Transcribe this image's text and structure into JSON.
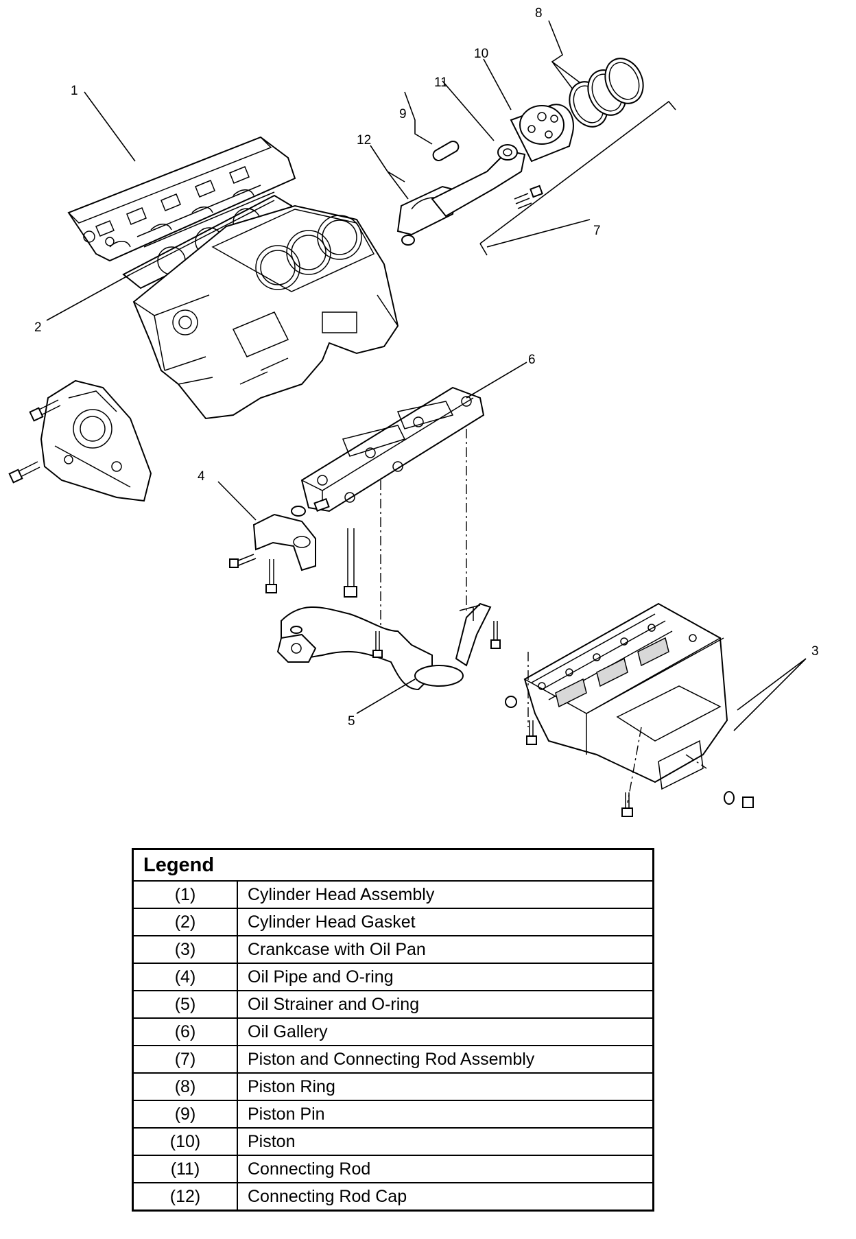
{
  "callouts": [
    "1",
    "2",
    "3",
    "4",
    "5",
    "6",
    "7",
    "8",
    "9",
    "10",
    "11",
    "12"
  ],
  "legend": {
    "title": "Legend",
    "rows": [
      {
        "num": "(1)",
        "desc": "Cylinder Head Assembly"
      },
      {
        "num": "(2)",
        "desc": "Cylinder Head Gasket"
      },
      {
        "num": "(3)",
        "desc": "Crankcase with Oil Pan"
      },
      {
        "num": "(4)",
        "desc": "Oil Pipe and O-ring"
      },
      {
        "num": "(5)",
        "desc": "Oil Strainer and O-ring"
      },
      {
        "num": "(6)",
        "desc": "Oil Gallery"
      },
      {
        "num": "(7)",
        "desc": "Piston and Connecting Rod Assembly"
      },
      {
        "num": "(8)",
        "desc": "Piston Ring"
      },
      {
        "num": "(9)",
        "desc": "Piston Pin"
      },
      {
        "num": "(10)",
        "desc": "Piston"
      },
      {
        "num": "(11)",
        "desc": "Connecting Rod"
      },
      {
        "num": "(12)",
        "desc": "Connecting Rod Cap"
      }
    ]
  }
}
